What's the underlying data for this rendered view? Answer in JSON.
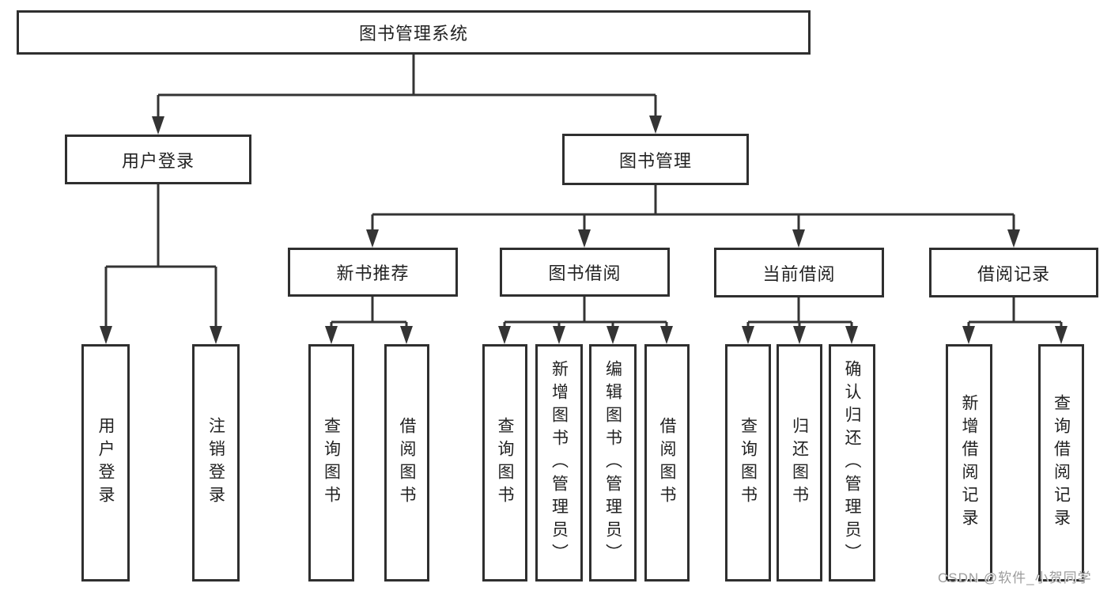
{
  "colors": {
    "line": "#343434",
    "box_border": "#2f2f2f",
    "text": "#222222",
    "watermark": "#9c9c9c"
  },
  "diagram": {
    "root": {
      "label": "图书管理系统"
    },
    "level1": {
      "user_login": {
        "label": "用户登录"
      },
      "book_management": {
        "label": "图书管理"
      }
    },
    "level2": {
      "new_book_recommend": {
        "label": "新书推荐"
      },
      "book_borrowing": {
        "label": "图书借阅"
      },
      "current_borrowing": {
        "label": "当前借阅"
      },
      "borrowing_records": {
        "label": "借阅记录"
      }
    },
    "leaves": {
      "user_login": {
        "login": "用户登录",
        "logout": "注销登录"
      },
      "new_book_recommend": {
        "query": "查询图书",
        "borrow": "借阅图书"
      },
      "book_borrowing": {
        "query": "查询图书",
        "add": "新增图书（管理员）",
        "edit": "编辑图书（管理员）",
        "borrow": "借阅图书"
      },
      "current_borrowing": {
        "query": "查询图书",
        "return": "归还图书",
        "confirm": "确认归还（管理员）"
      },
      "borrowing_records": {
        "add": "新增借阅记录",
        "query": "查询借阅记录"
      }
    }
  },
  "watermark": {
    "text": "CSDN @软件_小贺同学"
  }
}
